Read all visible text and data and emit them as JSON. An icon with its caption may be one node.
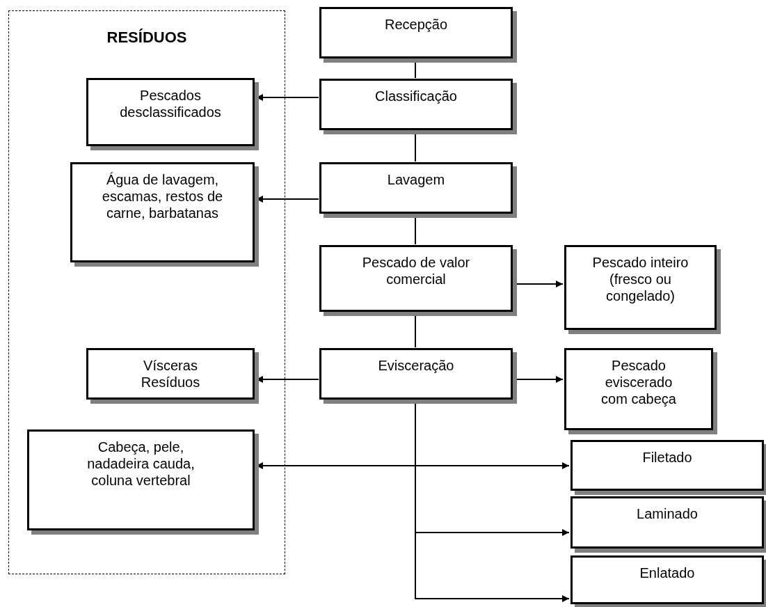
{
  "diagram": {
    "nodes": [
      {
        "text": [
          "RESÍDUOS"
        ]
      },
      {
        "text": [
          "Recepção"
        ]
      },
      {
        "text": [
          "Pescados desclassificados"
        ],
        "in": 0
      },
      {
        "text": [
          "Classificação"
        ]
      },
      {
        "text": [
          "Água de lavagem, escamas, restos de carne, barbatanas"
        ],
        "in": 0
      },
      {
        "text": [
          "Lavagem"
        ]
      },
      {
        "text": [
          "Pescado de valor comercial"
        ]
      },
      {
        "text": [
          "Pescado inteiro (fresco ou congelado)"
        ]
      },
      {
        "text": [
          "Vísceras Resíduos"
        ],
        "in": 0
      },
      {
        "text": [
          "Evisceração"
        ]
      },
      {
        "text": [
          "Pescado eviscerado com cabeça"
        ]
      },
      {
        "text": [
          "Cabeça, pele, nadadeira cauda, coluna vertebral"
        ],
        "in": 0
      },
      {
        "text": [
          "Filetado"
        ]
      },
      {
        "text": [
          "Laminado"
        ]
      },
      {
        "text": [
          "Enlatado"
        ]
      }
    ],
    "edges": [
      {
        "from": 1,
        "to": 3,
        "arrow": "none"
      },
      {
        "from": 3,
        "to": 2,
        "arrow": "to"
      },
      {
        "from": 3,
        "to": 5,
        "arrow": "none"
      },
      {
        "from": 5,
        "to": 4,
        "arrow": "to"
      },
      {
        "from": 5,
        "to": 6,
        "arrow": "none"
      },
      {
        "from": 6,
        "to": 7,
        "arrow": "to"
      },
      {
        "from": 6,
        "to": 9,
        "arrow": "none"
      },
      {
        "from": 9,
        "to": 8,
        "arrow": "to"
      },
      {
        "from": 9,
        "to": 10,
        "arrow": "to"
      },
      {
        "from": 9,
        "to": 11,
        "arrow": "to"
      },
      {
        "from": 9,
        "to": 12,
        "arrow": "to"
      },
      {
        "from": 9,
        "to": 13,
        "arrow": "to"
      },
      {
        "from": 9,
        "to": 14,
        "arrow": "to"
      }
    ]
  }
}
